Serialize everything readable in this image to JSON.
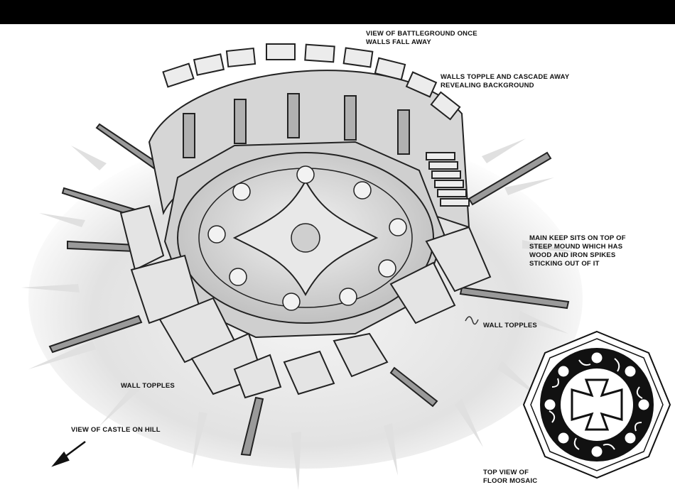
{
  "annotations": {
    "battleground": "VIEW OF BATTLEGROUND ONCE\nWALLS FALL AWAY",
    "walls_cascade": "WALLS TOPPLE AND CASCADE AWAY\nREVEALING BACKGROUND",
    "main_keep": "MAIN KEEP SITS ON TOP OF\nSTEEP MOUND WHICH HAS\nWOOD AND IRON SPIKES\nSTICKING OUT OF IT",
    "wall_topples_right": "WALL TOPPLES",
    "wall_topples_left": "WALL TOPPLES",
    "castle_on_hill": "VIEW OF CASTLE ON HILL",
    "top_view": "TOP VIEW OF\nFLOOR MOSAIC"
  },
  "colors": {
    "background": "#ffffff",
    "header_bar": "#000000",
    "line": "#222222",
    "stone_light": "#e6e6e6",
    "stone_mid": "#c4c4c4",
    "stone_dark": "#8a8a8a",
    "shadow": "#d8d8d8"
  },
  "icons": {
    "direction_arrow": "arrow-down-left-icon",
    "mosaic_cross": "cross-pattee-icon"
  }
}
